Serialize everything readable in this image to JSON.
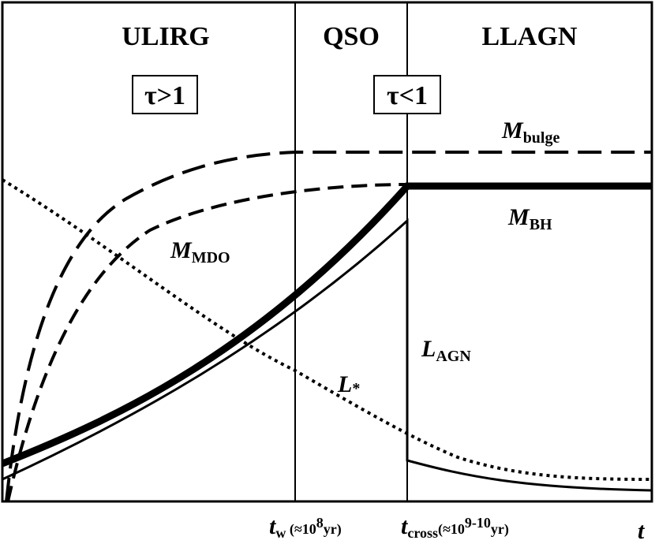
{
  "phases": {
    "ulirg": "ULIRG",
    "qso": "QSO",
    "llagn": "LLAGN"
  },
  "optical_depth": {
    "thick": "τ>1",
    "thin": "τ<1"
  },
  "curves": {
    "m_bulge": {
      "symbol": "M",
      "subscript": "bulge",
      "style": "long dashed"
    },
    "m_mdo": {
      "symbol": "M",
      "subscript": "MDO",
      "style": "short dashed"
    },
    "m_bh": {
      "symbol": "M",
      "subscript": "BH",
      "style": "thick solid"
    },
    "l_agn": {
      "symbol": "L",
      "subscript": "AGN",
      "style": "thin solid"
    },
    "l_star": {
      "symbol": "L",
      "subscript": "*",
      "style": "dotted"
    }
  },
  "axis": {
    "t_label": "t",
    "tw": {
      "symbol": "t",
      "subscript": "w",
      "paren_open": " (≈10",
      "sup": "8",
      "paren_close": "yr)"
    },
    "tcross": {
      "symbol": "t",
      "subscript": "cross",
      "paren_open": "(≈10",
      "sup": "9-10",
      "paren_close": "yr)"
    }
  },
  "colors": {
    "line": "#000000",
    "background": "#ffffff"
  }
}
